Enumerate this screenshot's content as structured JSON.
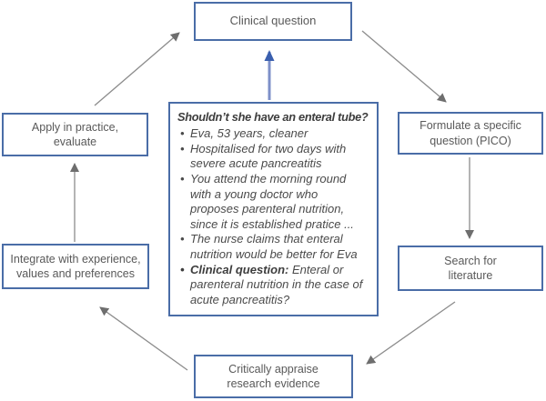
{
  "nodes": {
    "clinical_question": "Clinical question",
    "formulate": "Formulate a specific question (PICO)",
    "search": "Search for literature",
    "appraise": "Critically appraise research evidence",
    "integrate": "Integrate with experience, values and preferences",
    "apply": "Apply in practice, evaluate"
  },
  "case_box": {
    "title": "Shouldn’t she have an enteral tube?",
    "bullets": [
      {
        "lead": "",
        "text": "Eva, 53 years, cleaner"
      },
      {
        "lead": "",
        "text": "Hospitalised for two days with severe acute pancreatitis"
      },
      {
        "lead": "",
        "text": "You attend the morning round with a young doctor who proposes parenteral nutrition, since it is established pratice ..."
      },
      {
        "lead": "",
        "text": "The nurse claims that enteral nutrition would be better for Eva"
      },
      {
        "lead": "Clinical question:",
        "text": "Enteral or parenteral nutrition in the case of acute pancreatitis?"
      }
    ]
  },
  "colors": {
    "box_border": "#4a6da7",
    "box_text": "#595959",
    "case_title_text": "#3d3d3d",
    "case_body_text": "#4a4a4a",
    "arrow_gray_stem": "#8c8c8c",
    "arrow_gray_head": "#6e6e6e",
    "arrow_blue_stem": "#7e90c8",
    "arrow_blue_head": "#3a5fae",
    "background": "#ffffff"
  }
}
